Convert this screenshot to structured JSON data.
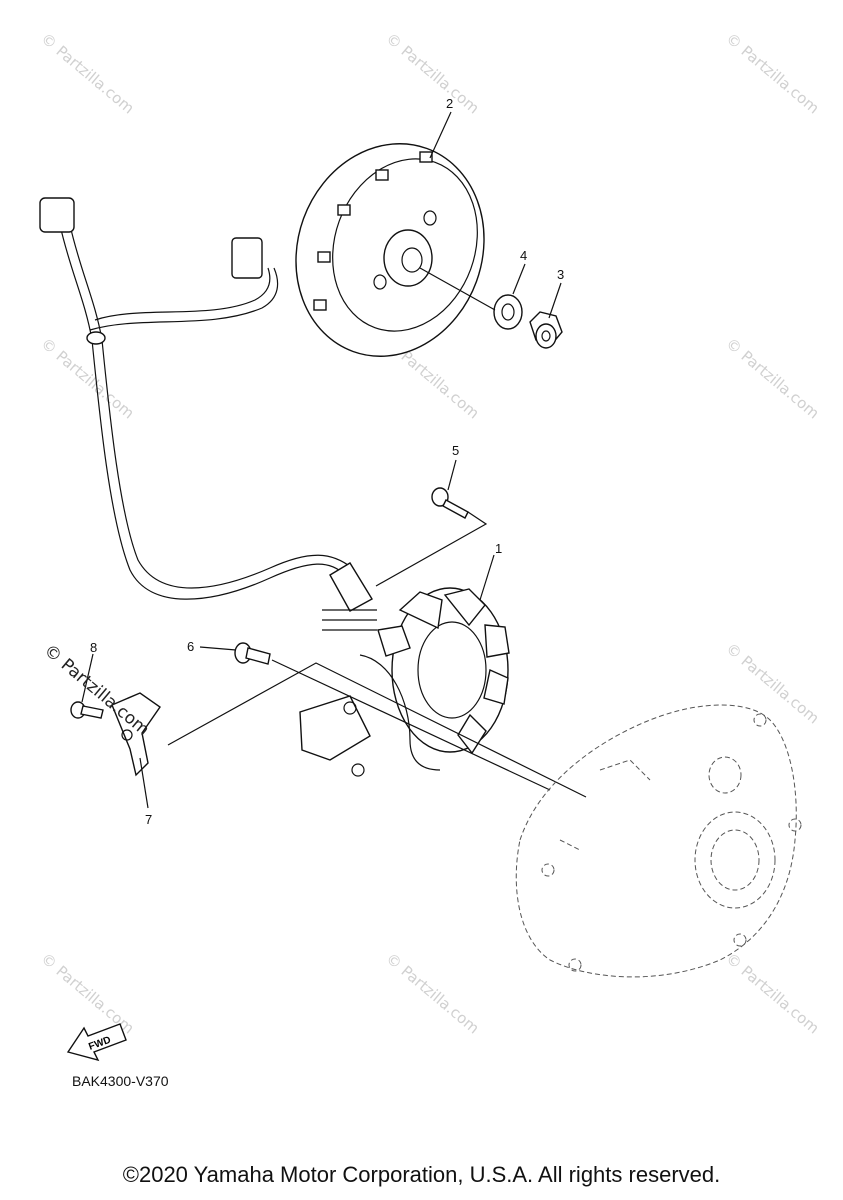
{
  "callouts": [
    {
      "number": "1",
      "part": "stator"
    },
    {
      "number": "2",
      "part": "rotor"
    },
    {
      "number": "3",
      "part": "nut"
    },
    {
      "number": "4",
      "part": "washer"
    },
    {
      "number": "5",
      "part": "screw"
    },
    {
      "number": "6",
      "part": "bolt"
    },
    {
      "number": "7",
      "part": "clamp"
    },
    {
      "number": "8",
      "part": "screw"
    }
  ],
  "fwd_label": "FWD",
  "diagram_code": "BAK4300-V370",
  "watermark_text": "© Partzilla.com",
  "copyright": "©2020 Yamaha Motor Corporation, U.S.A. All rights reserved.",
  "colors": {
    "line": "#111111",
    "watermark": "#d0d0d0",
    "background": "#ffffff"
  }
}
